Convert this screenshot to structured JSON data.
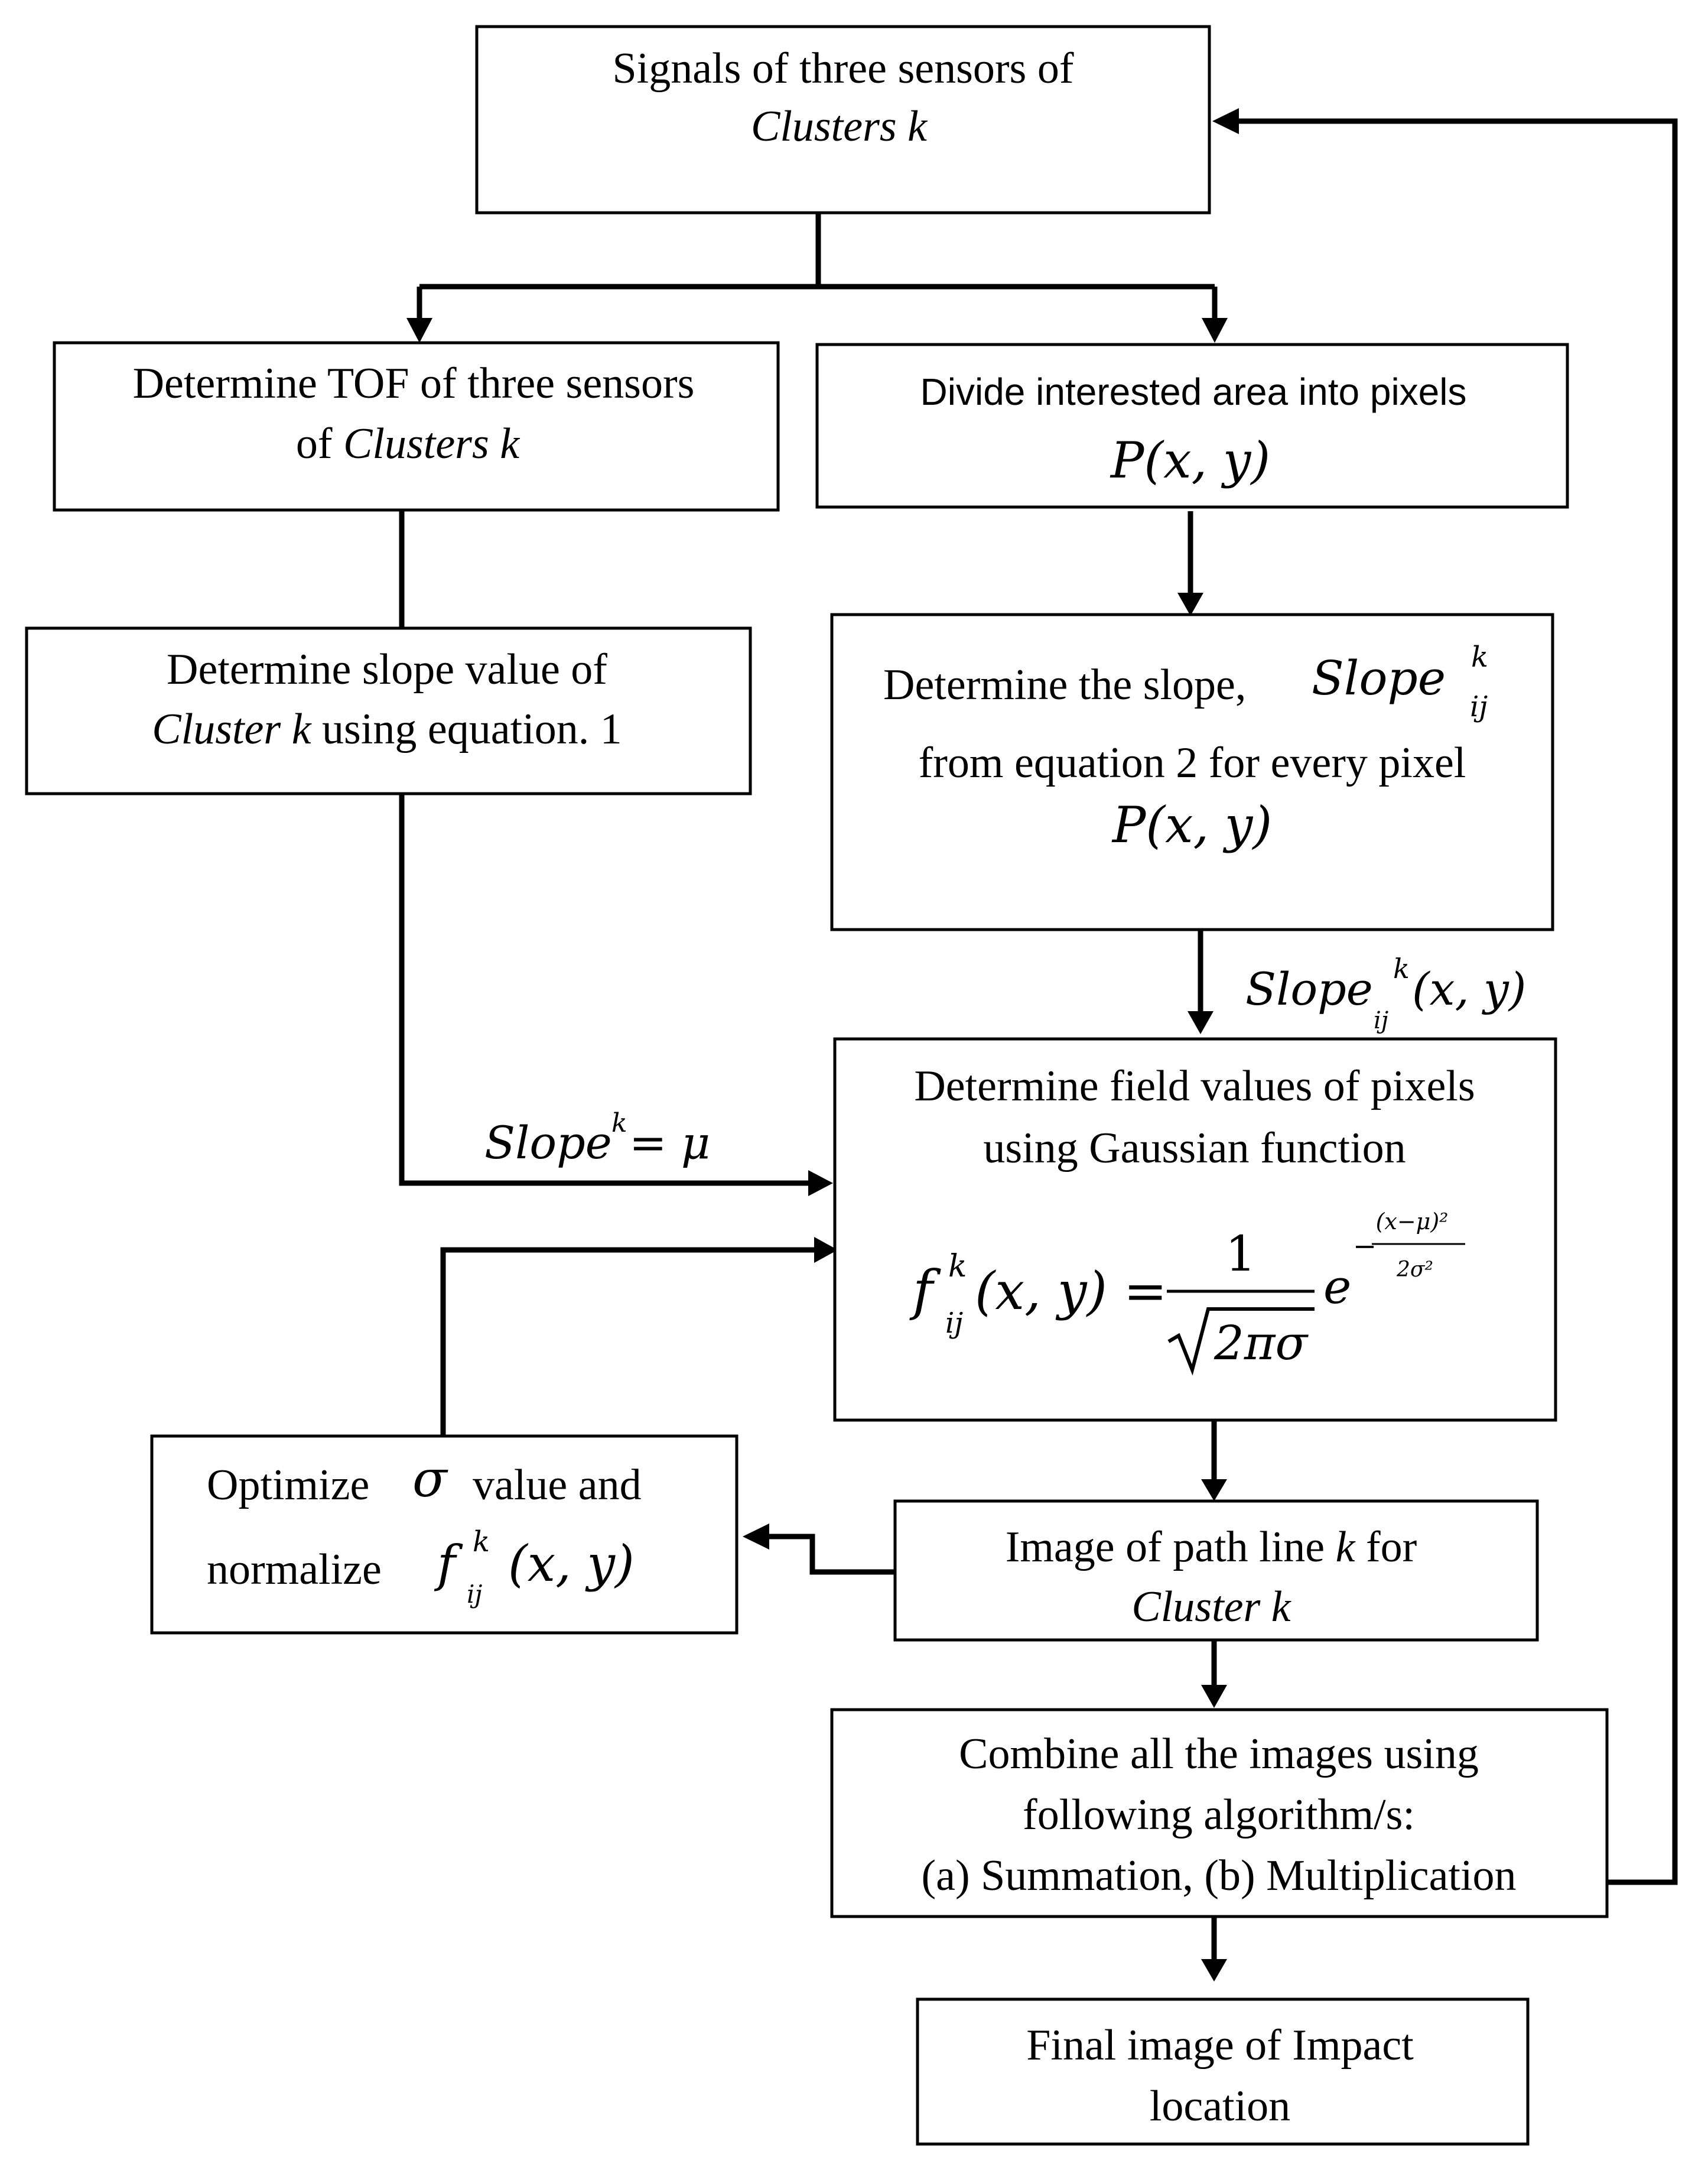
{
  "boxes": {
    "signals": {
      "line1": "Signals of three sensors  of",
      "line2": "Clusters k"
    },
    "tof": {
      "line1": "Determine TOF of three sensors",
      "line2_prefix": "of ",
      "line2_italic": "Clusters k"
    },
    "divide": {
      "line1": "Divide interested area into pixels",
      "formula": "P(x, y)"
    },
    "slope_value": {
      "line1": "Determine slope value of",
      "line2_italic": "Cluster k",
      "line2_suffix": "using equation. 1"
    },
    "slope_pixel": {
      "line1_prefix": "Determine the slope,",
      "line1_symbol": "Slope",
      "line1_sup": "k",
      "line1_sub": "ij",
      "line2": "from equation 2 for every pixel",
      "formula": "P(x, y)"
    },
    "field": {
      "line1": "Determine field values of pixels",
      "line2": "using Gaussian function",
      "formula_lhs": "f",
      "formula_sup": "k",
      "formula_sub": "ij",
      "formula_args": "(x, y) =",
      "numerator": "1",
      "denominator": "2πσ",
      "exp_base": "e",
      "exp_numerator": "(x−μ)²",
      "exp_denominator": "2σ²",
      "exp_minus": "−"
    },
    "optimize": {
      "line1_prefix": "Optimize",
      "sigma": "σ",
      "line1_suffix": "value and",
      "line2_prefix": "normalize",
      "func": "f",
      "func_sup": "k",
      "func_sub": "ij",
      "func_args": "(x, y)"
    },
    "image_path": {
      "line1_prefix": "Image of path line",
      "line1_italic": "k",
      "line1_suffix": "for",
      "line2_italic": "Cluster k"
    },
    "combine": {
      "line1": "Combine all the images using",
      "line2": "following algorithm/s:",
      "line3": "(a) Summation, (b) Multiplication"
    },
    "final": {
      "line1": "Final image of Impact",
      "line2": "location"
    }
  },
  "labels": {
    "slope_mu": {
      "base": "Slope",
      "sup": "k",
      "rhs": " = μ"
    },
    "slope_xy": {
      "base": "Slope",
      "sup": "k",
      "sub": "ij",
      "args": "(x, y)"
    }
  }
}
